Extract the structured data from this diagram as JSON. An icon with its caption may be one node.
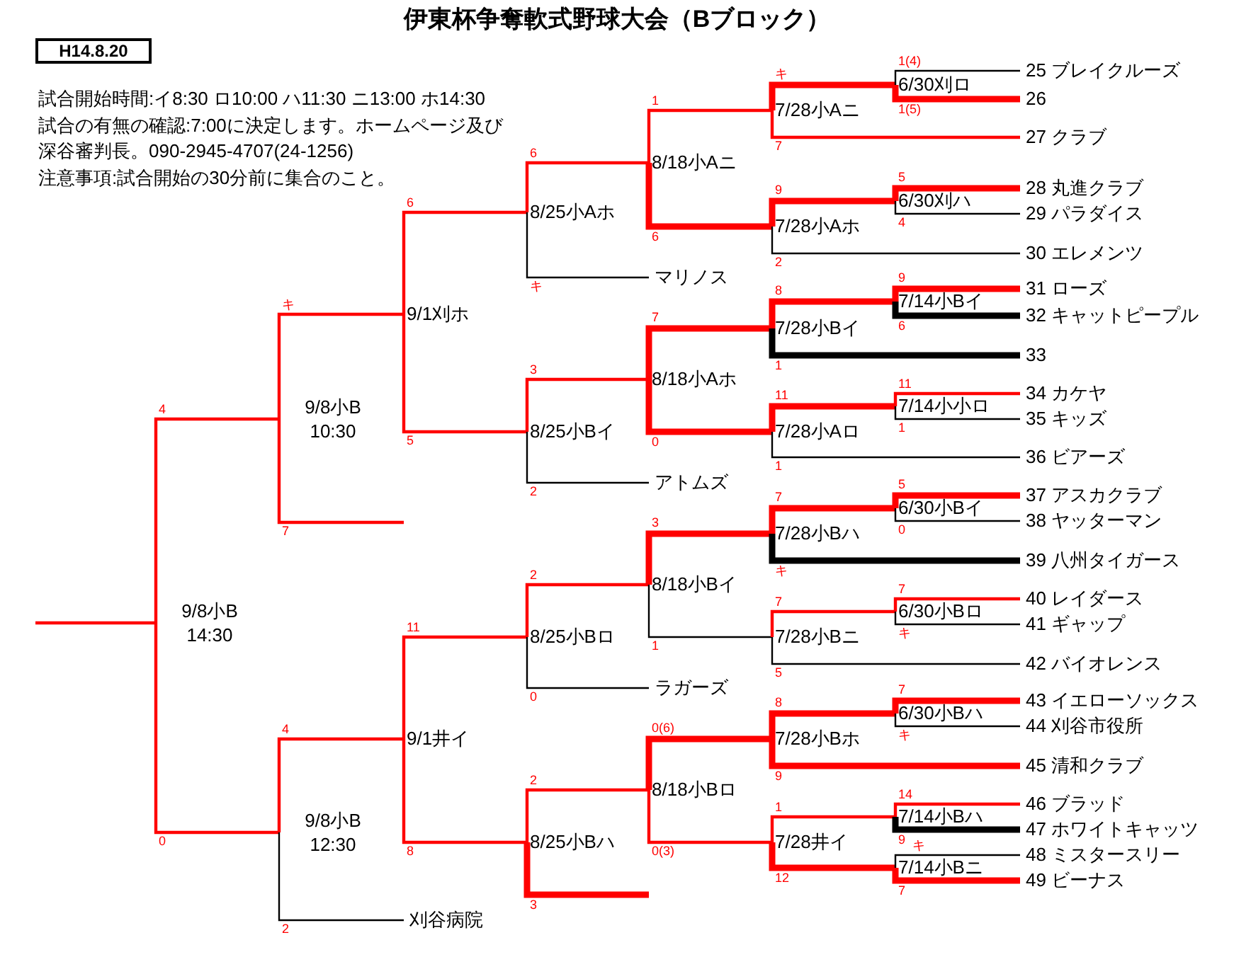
{
  "diagram": {
    "title": "伊東杯争奪軟式野球大会（Bブロック）",
    "nodes": [
      {
        "text": [
          "H14.8.20"
        ]
      },
      {
        "text": [
          "9/8小B 14:30"
        ]
      },
      {
        "text": [
          "9/8小B 10:30"
        ]
      },
      {
        "text": [
          "9/8小B 12:30"
        ]
      },
      {
        "text": [
          "9/1刈ホ"
        ]
      },
      {
        "text": [
          "9/1井イ"
        ]
      },
      {
        "text": [
          "8/25小Aホ"
        ]
      },
      {
        "text": [
          "8/25小Bイ"
        ]
      },
      {
        "text": [
          "8/25小Bロ"
        ]
      },
      {
        "text": [
          "8/25小Bハ"
        ]
      },
      {
        "text": [
          "8/18小Aニ"
        ]
      },
      {
        "text": [
          "8/18小Aホ"
        ]
      },
      {
        "text": [
          "8/18小Bイ"
        ]
      },
      {
        "text": [
          "8/18小Bロ"
        ]
      },
      {
        "text": [
          "7/28小Aニ"
        ]
      },
      {
        "text": [
          "7/28小Aホ"
        ]
      },
      {
        "text": [
          "7/28小Bイ"
        ]
      },
      {
        "text": [
          "7/28小Aロ"
        ]
      },
      {
        "text": [
          "7/28小Bハ"
        ]
      },
      {
        "text": [
          "7/28小Bニ"
        ]
      },
      {
        "text": [
          "7/28小Bホ"
        ]
      },
      {
        "text": [
          "7/28井イ"
        ]
      },
      {
        "text": [
          "6/30刈ロ"
        ]
      },
      {
        "text": [
          "6/30刈ハ"
        ]
      },
      {
        "text": [
          "7/14小Bイ"
        ]
      },
      {
        "text": [
          "7/14小小ロ"
        ]
      },
      {
        "text": [
          "6/30小Bイ"
        ]
      },
      {
        "text": [
          "6/30小Bロ"
        ]
      },
      {
        "text": [
          "6/30小Bハ"
        ]
      },
      {
        "text": [
          "7/14小Bハ"
        ]
      },
      {
        "text": [
          "7/14小Bニ"
        ]
      },
      {
        "text": [
          "マリノス"
        ]
      },
      {
        "text": [
          "アトムズ"
        ]
      },
      {
        "text": [
          "ラガーズ"
        ]
      },
      {
        "text": [
          "刈谷病院"
        ]
      },
      {
        "text": [
          "25 ブレイクルーズ"
        ]
      },
      {
        "text": [
          "26"
        ]
      },
      {
        "text": [
          "27 クラブ"
        ]
      },
      {
        "text": [
          "28 丸進クラブ"
        ]
      },
      {
        "text": [
          "29 パラダイス"
        ]
      },
      {
        "text": [
          "30 エレメンツ"
        ]
      },
      {
        "text": [
          "31 ローズ"
        ]
      },
      {
        "text": [
          "32 キャットピープル"
        ]
      },
      {
        "text": [
          "33"
        ]
      },
      {
        "text": [
          "34 カケヤ"
        ]
      },
      {
        "text": [
          "35 キッズ"
        ]
      },
      {
        "text": [
          "36 ビアーズ"
        ]
      },
      {
        "text": [
          "37 アスカクラブ"
        ]
      },
      {
        "text": [
          "38 ヤッターマン"
        ]
      },
      {
        "text": [
          "39 八州タイガース"
        ]
      },
      {
        "text": [
          "40 レイダース"
        ]
      },
      {
        "text": [
          "41 ギャップ"
        ]
      },
      {
        "text": [
          "42 バイオレンス"
        ]
      },
      {
        "text": [
          "43 イエローソックス"
        ]
      },
      {
        "text": [
          "44 刈谷市役所"
        ]
      },
      {
        "text": [
          "45 清和クラブ"
        ]
      },
      {
        "text": [
          "46 ブラッド"
        ]
      },
      {
        "text": [
          "47 ホワイトキャッツ"
        ]
      },
      {
        "text": [
          "48 ミスタースリー"
        ]
      },
      {
        "text": [
          "49 ビーナス"
        ]
      }
    ],
    "edges": [
      {
        "from": 2,
        "to": 1,
        "arrow": "none",
        "label": "4"
      },
      {
        "from": 3,
        "to": 1,
        "arrow": "none",
        "label": "0"
      },
      {
        "from": 1,
        "to": null,
        "arrow": "none"
      },
      {
        "from": 4,
        "to": 2,
        "arrow": "none",
        "label": "キ"
      },
      {
        "from": null,
        "to": 2,
        "arrow": "none",
        "label": "7"
      },
      {
        "from": 5,
        "to": 3,
        "arrow": "none",
        "label": "4"
      },
      {
        "from": 34,
        "to": 3,
        "arrow": "none",
        "label": "2",
        "color": "#000000"
      },
      {
        "from": 6,
        "to": 4,
        "arrow": "none",
        "label": "6"
      },
      {
        "from": 7,
        "to": 4,
        "arrow": "none",
        "label": "5"
      },
      {
        "from": 8,
        "to": 5,
        "arrow": "none",
        "label": "11"
      },
      {
        "from": 9,
        "to": 5,
        "arrow": "none",
        "label": "8"
      },
      {
        "from": 10,
        "to": 6,
        "arrow": "none",
        "label": "6"
      },
      {
        "from": 31,
        "to": 6,
        "arrow": "none",
        "label": "キ",
        "color": "#000000"
      },
      {
        "from": 11,
        "to": 7,
        "arrow": "none",
        "label": "3"
      },
      {
        "from": 32,
        "to": 7,
        "arrow": "none",
        "label": "2",
        "color": "#000000"
      },
      {
        "from": 12,
        "to": 8,
        "arrow": "none",
        "label": "2"
      },
      {
        "from": 33,
        "to": 8,
        "arrow": "none",
        "label": "0",
        "color": "#000000"
      },
      {
        "from": 13,
        "to": 9,
        "arrow": "none",
        "label": "2"
      },
      {
        "from": null,
        "to": 9,
        "arrow": "none",
        "label": "3",
        "style": "thick"
      },
      {
        "from": 14,
        "to": 10,
        "arrow": "none",
        "label": "1"
      },
      {
        "from": 15,
        "to": 10,
        "arrow": "none",
        "label": "6",
        "style": "thick"
      },
      {
        "from": 16,
        "to": 11,
        "arrow": "none",
        "label": "7",
        "style": "thick"
      },
      {
        "from": 17,
        "to": 11,
        "arrow": "none",
        "label": "0",
        "style": "thick"
      },
      {
        "from": 18,
        "to": 12,
        "arrow": "none",
        "label": "3",
        "style": "thick"
      },
      {
        "from": 19,
        "to": 12,
        "arrow": "none",
        "label": "1",
        "color": "#000000"
      },
      {
        "from": 20,
        "to": 13,
        "arrow": "none",
        "label": "0(6)",
        "style": "thick"
      },
      {
        "from": 21,
        "to": 13,
        "arrow": "none",
        "label": "0(3)"
      },
      {
        "from": 22,
        "to": 14,
        "arrow": "none",
        "label": "キ",
        "style": "thick"
      },
      {
        "from": 37,
        "to": 14,
        "arrow": "none",
        "label": "7"
      },
      {
        "from": 23,
        "to": 15,
        "arrow": "none",
        "label": "9",
        "style": "thick"
      },
      {
        "from": 40,
        "to": 15,
        "arrow": "none",
        "label": "2",
        "color": "#000000"
      },
      {
        "from": 24,
        "to": 16,
        "arrow": "none",
        "label": "8",
        "style": "thick"
      },
      {
        "from": 43,
        "to": 16,
        "arrow": "none",
        "label": "1",
        "style": "thick",
        "color": "#000000"
      },
      {
        "from": 25,
        "to": 17,
        "arrow": "none",
        "label": "11",
        "style": "thick"
      },
      {
        "from": 46,
        "to": 17,
        "arrow": "none",
        "label": "1",
        "color": "#000000"
      },
      {
        "from": 26,
        "to": 18,
        "arrow": "none",
        "label": "7",
        "style": "thick"
      },
      {
        "from": 49,
        "to": 18,
        "arrow": "none",
        "label": "キ",
        "style": "thick",
        "color": "#000000"
      },
      {
        "from": 27,
        "to": 19,
        "arrow": "none",
        "label": "7"
      },
      {
        "from": 52,
        "to": 19,
        "arrow": "none",
        "label": "5",
        "color": "#000000"
      },
      {
        "from": 28,
        "to": 20,
        "arrow": "none",
        "label": "8",
        "style": "thick"
      },
      {
        "from": 55,
        "to": 20,
        "arrow": "none",
        "label": "9",
        "style": "thick"
      },
      {
        "from": 29,
        "to": 21,
        "arrow": "none",
        "label": "1"
      },
      {
        "from": 30,
        "to": 21,
        "arrow": "none",
        "label": "12",
        "style": "thick"
      },
      {
        "from": 35,
        "to": 22,
        "arrow": "none",
        "label": "1(4)",
        "color": "#000000"
      },
      {
        "from": 36,
        "to": 22,
        "arrow": "none",
        "label": "1(5)",
        "style": "thick"
      },
      {
        "from": 38,
        "to": 23,
        "arrow": "none",
        "label": "5",
        "style": "thick"
      },
      {
        "from": 39,
        "to": 23,
        "arrow": "none",
        "label": "4",
        "color": "#000000"
      },
      {
        "from": 41,
        "to": 24,
        "arrow": "none",
        "label": "9",
        "style": "thick"
      },
      {
        "from": 42,
        "to": 24,
        "arrow": "none",
        "label": "6",
        "style": "thick",
        "color": "#000000"
      },
      {
        "from": 44,
        "to": 25,
        "arrow": "none",
        "label": "11"
      },
      {
        "from": 45,
        "to": 25,
        "arrow": "none",
        "label": "1",
        "color": "#000000"
      },
      {
        "from": 47,
        "to": 26,
        "arrow": "none",
        "label": "5",
        "style": "thick"
      },
      {
        "from": 48,
        "to": 26,
        "arrow": "none",
        "label": "0",
        "color": "#000000"
      },
      {
        "from": 50,
        "to": 27,
        "arrow": "none",
        "label": "7"
      },
      {
        "from": 51,
        "to": 27,
        "arrow": "none",
        "label": "キ",
        "color": "#000000"
      },
      {
        "from": 53,
        "to": 28,
        "arrow": "none",
        "label": "7",
        "style": "thick"
      },
      {
        "from": 54,
        "to": 28,
        "arrow": "none",
        "label": "キ",
        "color": "#000000"
      },
      {
        "from": 56,
        "to": 29,
        "arrow": "none",
        "label": "14"
      },
      {
        "from": 57,
        "to": 29,
        "arrow": "none",
        "label": "9",
        "style": "thick",
        "color": "#000000"
      },
      {
        "from": 58,
        "to": 30,
        "arrow": "none",
        "label": "キ",
        "color": "#000000"
      },
      {
        "from": 59,
        "to": 30,
        "arrow": "none",
        "label": "7",
        "style": "thick"
      }
    ],
    "labels": [
      "試合開始時間:イ8:30 ロ10:00 ハ11:30 ニ13:00 ホ14:30",
      "試合の有無の確認:7:00に決定します。ホームページ及び",
      "深谷審判長。090-2945-4707(24-1256)",
      "注意事項:試合開始の30分前に集合のこと。"
    ]
  }
}
